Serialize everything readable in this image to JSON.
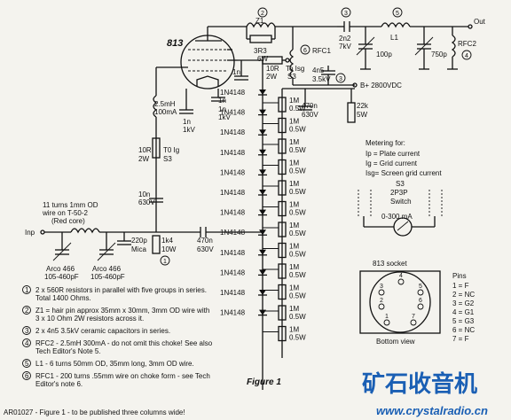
{
  "tube": {
    "name": "813"
  },
  "top": {
    "z1": "Z1",
    "z1_num": "2",
    "r3r3": "3R3",
    "r3r3_w": "6W",
    "rfc1": "RFC1",
    "rfc1_num": "6",
    "c2n2": "2n2",
    "c2n2_v": "7kV",
    "c2n2_num": "3",
    "l1": "L1",
    "l1_num": "5",
    "out": "Out",
    "c100p": "100p",
    "c750p": "750p",
    "rfc2": "RFC2",
    "rfc2_num": "4",
    "b_plus": "B+ 2800VDC",
    "c4n5": "4n5",
    "c4n5_v": "3.5kV",
    "c4n5_num": "3"
  },
  "mid": {
    "c1n_a": "1n",
    "r10r_a": "10R",
    "r10r_a_w": "2W",
    "to_isg": "To Isg",
    "s3_a": "S3",
    "l25": "2.5mH",
    "l25_i": "100mA",
    "c1n_b": "1n",
    "c1n_b_v": "1kV",
    "c1n_c": "1n",
    "c1n_c_v": "1kV",
    "c1n_d": "1n",
    "c470n_a": "470n",
    "c470n_a_v": "630V",
    "r22k": "22k",
    "r22k_w": "5W",
    "r10r_b": "10R",
    "r10r_b_w": "2W",
    "to_ig": "T0 Ig",
    "s3_b": "S3",
    "c10n": "10n",
    "c10n_v": "630V",
    "coil": [
      "11 turns 1mm OD",
      "wire on T-50-2",
      "(Red core)"
    ],
    "inp": "Inp",
    "c220p": "220p",
    "c220p_t": "Mica",
    "r1k4": "1k4",
    "r1k4_w": "10W",
    "r1k4_num": "1",
    "c470n_b": "470n",
    "c470n_b_v": "630V",
    "arco1": [
      "Arco 466",
      "105-460pF"
    ],
    "arco2": [
      "Arco 466",
      "105-460pF"
    ]
  },
  "ladder": {
    "diode": "1N4148",
    "res": "1M",
    "res_w": "0.5W",
    "diode_count": 12,
    "res_count": 12
  },
  "metering": {
    "title": "Metering for:",
    "lines": [
      "Ip = Plate current",
      "Ig = Grid current",
      "Isg= Screen grid current"
    ],
    "s3": "S3",
    "switch_type": "2P3P",
    "switch_label": "Switch",
    "meter": "0-300 mA"
  },
  "socket": {
    "title": "813 socket",
    "bottom": "Bottom view",
    "pin_numbers": [
      "1",
      "2",
      "3",
      "4",
      "5",
      "6",
      "7"
    ],
    "pins_title": "Pins",
    "pins": [
      "1 = F",
      "2 = NC",
      "3 = G2",
      "4 = G1",
      "5 = G3",
      "6 = NC",
      "7 = F"
    ]
  },
  "notes": [
    {
      "num": "1",
      "text": [
        "2 x 560R resistors in parallel with five groups in series.",
        "Total 1400 Ohms."
      ]
    },
    {
      "num": "2",
      "text": [
        "Z1 = hair pin approx 35mm x 30mm, 3mm OD wire with",
        "3 x 10 Ohm 2W resistors across it."
      ]
    },
    {
      "num": "3",
      "text": [
        "2 x 4n5 3.5kV ceramic capacitors in series."
      ]
    },
    {
      "num": "4",
      "text": [
        "RFC2 - 2.5mH 300mA - do not omit this choke! See also",
        "Tech Editor's Note 5."
      ]
    },
    {
      "num": "5",
      "text": [
        "L1 - 6 turns 50mm OD, 35mm long, 3mm OD wire."
      ]
    },
    {
      "num": "6",
      "text": [
        "RFC1 - 200 turns .55mm wire on choke form - see Tech",
        "Editor's note 6."
      ]
    }
  ],
  "figure": "Figure 1",
  "footer": "AR01027 - Figure 1 - to be published three columns wide!",
  "watermark": {
    "cn": "矿石收音机",
    "url": "www.crystalradio.cn"
  }
}
